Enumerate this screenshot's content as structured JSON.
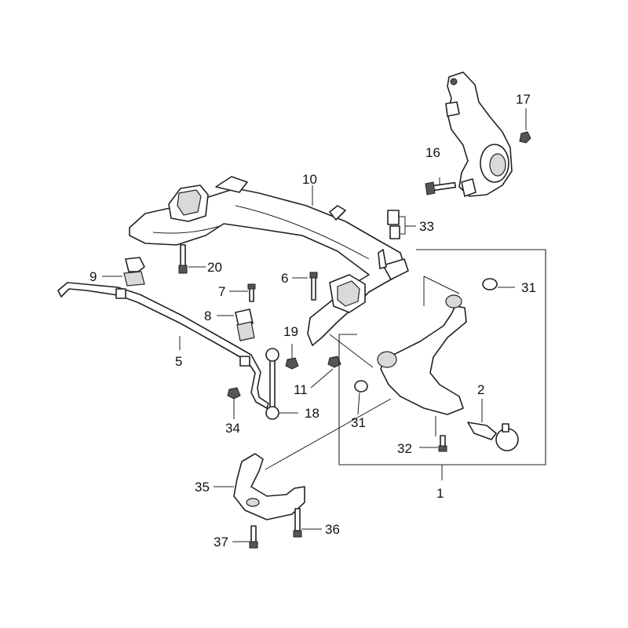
{
  "callouts": {
    "c1": "1",
    "c2": "2",
    "c5": "5",
    "c6": "6",
    "c7": "7",
    "c8": "8",
    "c9": "9",
    "c10": "10",
    "c11": "11",
    "c16": "16",
    "c17": "17",
    "c18": "18",
    "c19": "19",
    "c20": "20",
    "c31a": "31",
    "c31b": "31",
    "c32": "32",
    "c33": "33",
    "c34": "34",
    "c35": "35",
    "c36": "36",
    "c37": "37"
  }
}
